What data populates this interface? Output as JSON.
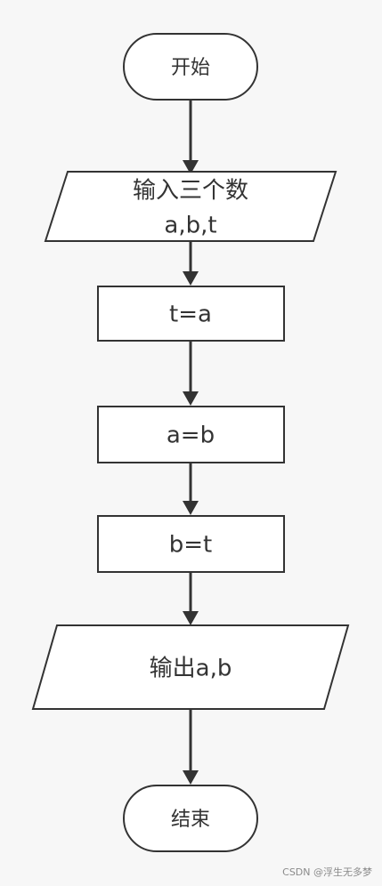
{
  "flowchart": {
    "start": {
      "label": "开始"
    },
    "input": {
      "line1": "输入三个数",
      "line2": "a,b,t"
    },
    "step1": {
      "label": "t=a"
    },
    "step2": {
      "label": "a=b"
    },
    "step3": {
      "label": "b=t"
    },
    "output": {
      "label": "输出a,b"
    },
    "end": {
      "label": "结束"
    }
  },
  "watermark": "CSDN @浮生无多梦",
  "colors": {
    "background": "#f7f7f7",
    "shape_fill": "#ffffff",
    "stroke": "#333333",
    "text": "#333333",
    "watermark": "#8a8a8a"
  }
}
